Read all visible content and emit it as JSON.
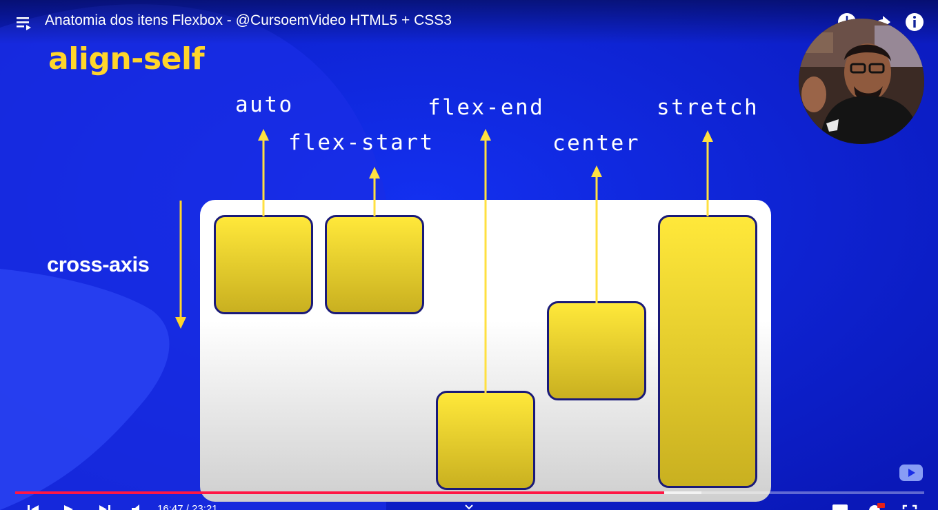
{
  "player": {
    "title": "Anatomia dos itens Flexbox - @CursoemVideo HTML5 + CSS3",
    "time": "16:47 / 23:21",
    "progress_played": 0.714,
    "progress_buffered": 0.755,
    "icons": [
      "playlist-icon",
      "watch-later-icon",
      "share-icon",
      "info-icon",
      "previous-icon",
      "play-icon",
      "next-icon",
      "volume-icon",
      "chevron-icon",
      "subtitles-icon",
      "hd-settings-icon",
      "fullscreen-icon",
      "youtube-logo-icon"
    ]
  },
  "slide": {
    "title": "align-self",
    "axis_label": "cross-axis",
    "items": [
      {
        "label": "auto"
      },
      {
        "label": "flex-start"
      },
      {
        "label": "flex-end"
      },
      {
        "label": "center"
      },
      {
        "label": "stretch"
      }
    ]
  },
  "colors": {
    "background": "#0f22d6",
    "title_yellow": "#ffd52b",
    "item_yellow": "#ffe83a",
    "item_border": "#1a1a78",
    "progress_red": "#ff1744"
  }
}
